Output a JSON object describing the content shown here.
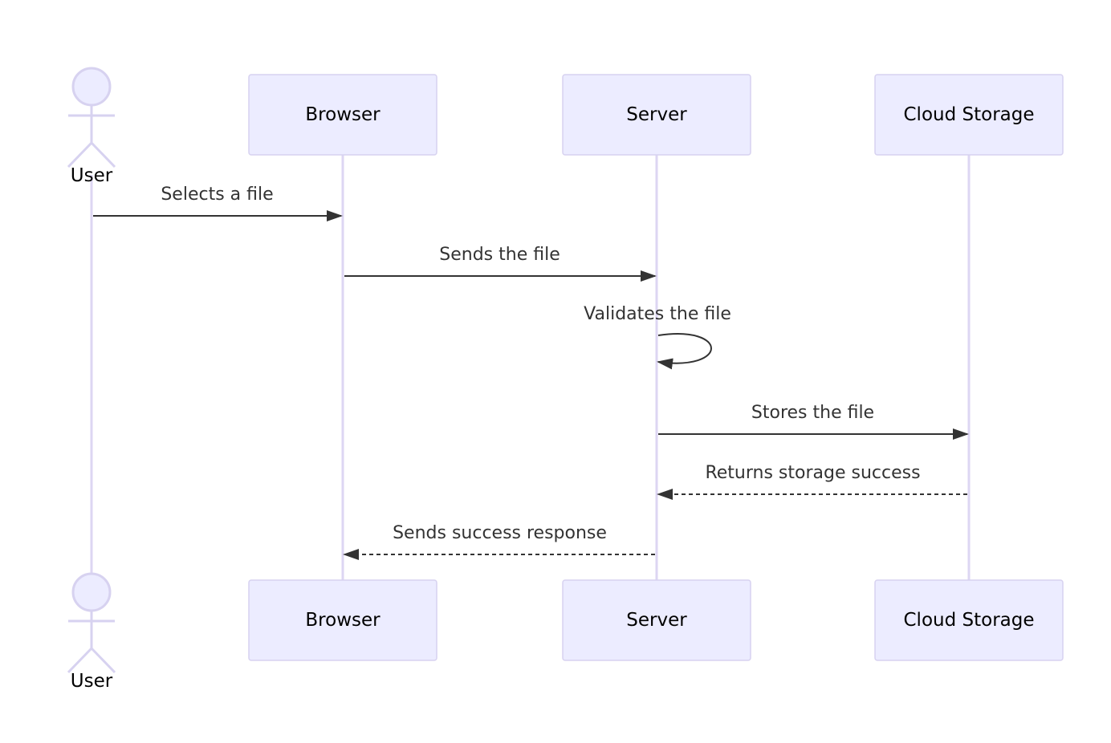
{
  "participants": [
    {
      "id": "user",
      "label": "User",
      "kind": "actor"
    },
    {
      "id": "browser",
      "label": "Browser",
      "kind": "box"
    },
    {
      "id": "server",
      "label": "Server",
      "kind": "box"
    },
    {
      "id": "cloud",
      "label": "Cloud Storage",
      "kind": "box"
    }
  ],
  "messages": [
    {
      "from": "user",
      "to": "browser",
      "label": "Selects a file",
      "style": "solid"
    },
    {
      "from": "browser",
      "to": "server",
      "label": "Sends the file",
      "style": "solid"
    },
    {
      "from": "server",
      "to": "server",
      "label": "Validates the file",
      "style": "solid"
    },
    {
      "from": "server",
      "to": "cloud",
      "label": "Stores the file",
      "style": "solid"
    },
    {
      "from": "cloud",
      "to": "server",
      "label": "Returns storage success",
      "style": "dashed"
    },
    {
      "from": "server",
      "to": "browser",
      "label": "Sends success response",
      "style": "dashed"
    }
  ],
  "colors": {
    "box_fill": "#ececff",
    "box_stroke": "#d7d2f0",
    "lifeline": "#ddd6f3",
    "arrow": "#333333"
  }
}
